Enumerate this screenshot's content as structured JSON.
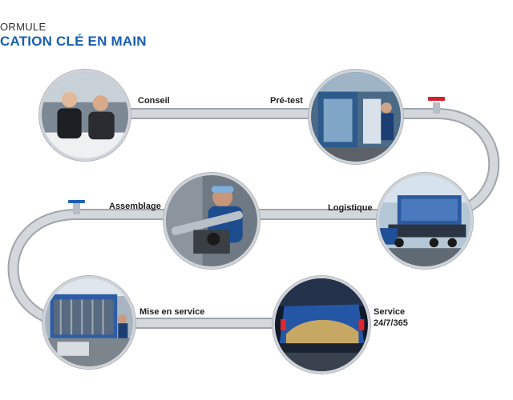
{
  "header": {
    "line1": "ORMULE",
    "line2": "CATION CLÉ EN MAIN"
  },
  "steps": [
    {
      "label": "Conseil"
    },
    {
      "label": "Pré-test"
    },
    {
      "label": "Logistique"
    },
    {
      "label": "Assemblage"
    },
    {
      "label": "Mise en service"
    },
    {
      "label": "Service",
      "sublabel": "24/7/365"
    }
  ],
  "colors": {
    "pipe": "#c9cdd2",
    "valve_red": "#d3212b",
    "valve_blue": "#1d5fb5",
    "title_blue": "#1a5fb0"
  }
}
